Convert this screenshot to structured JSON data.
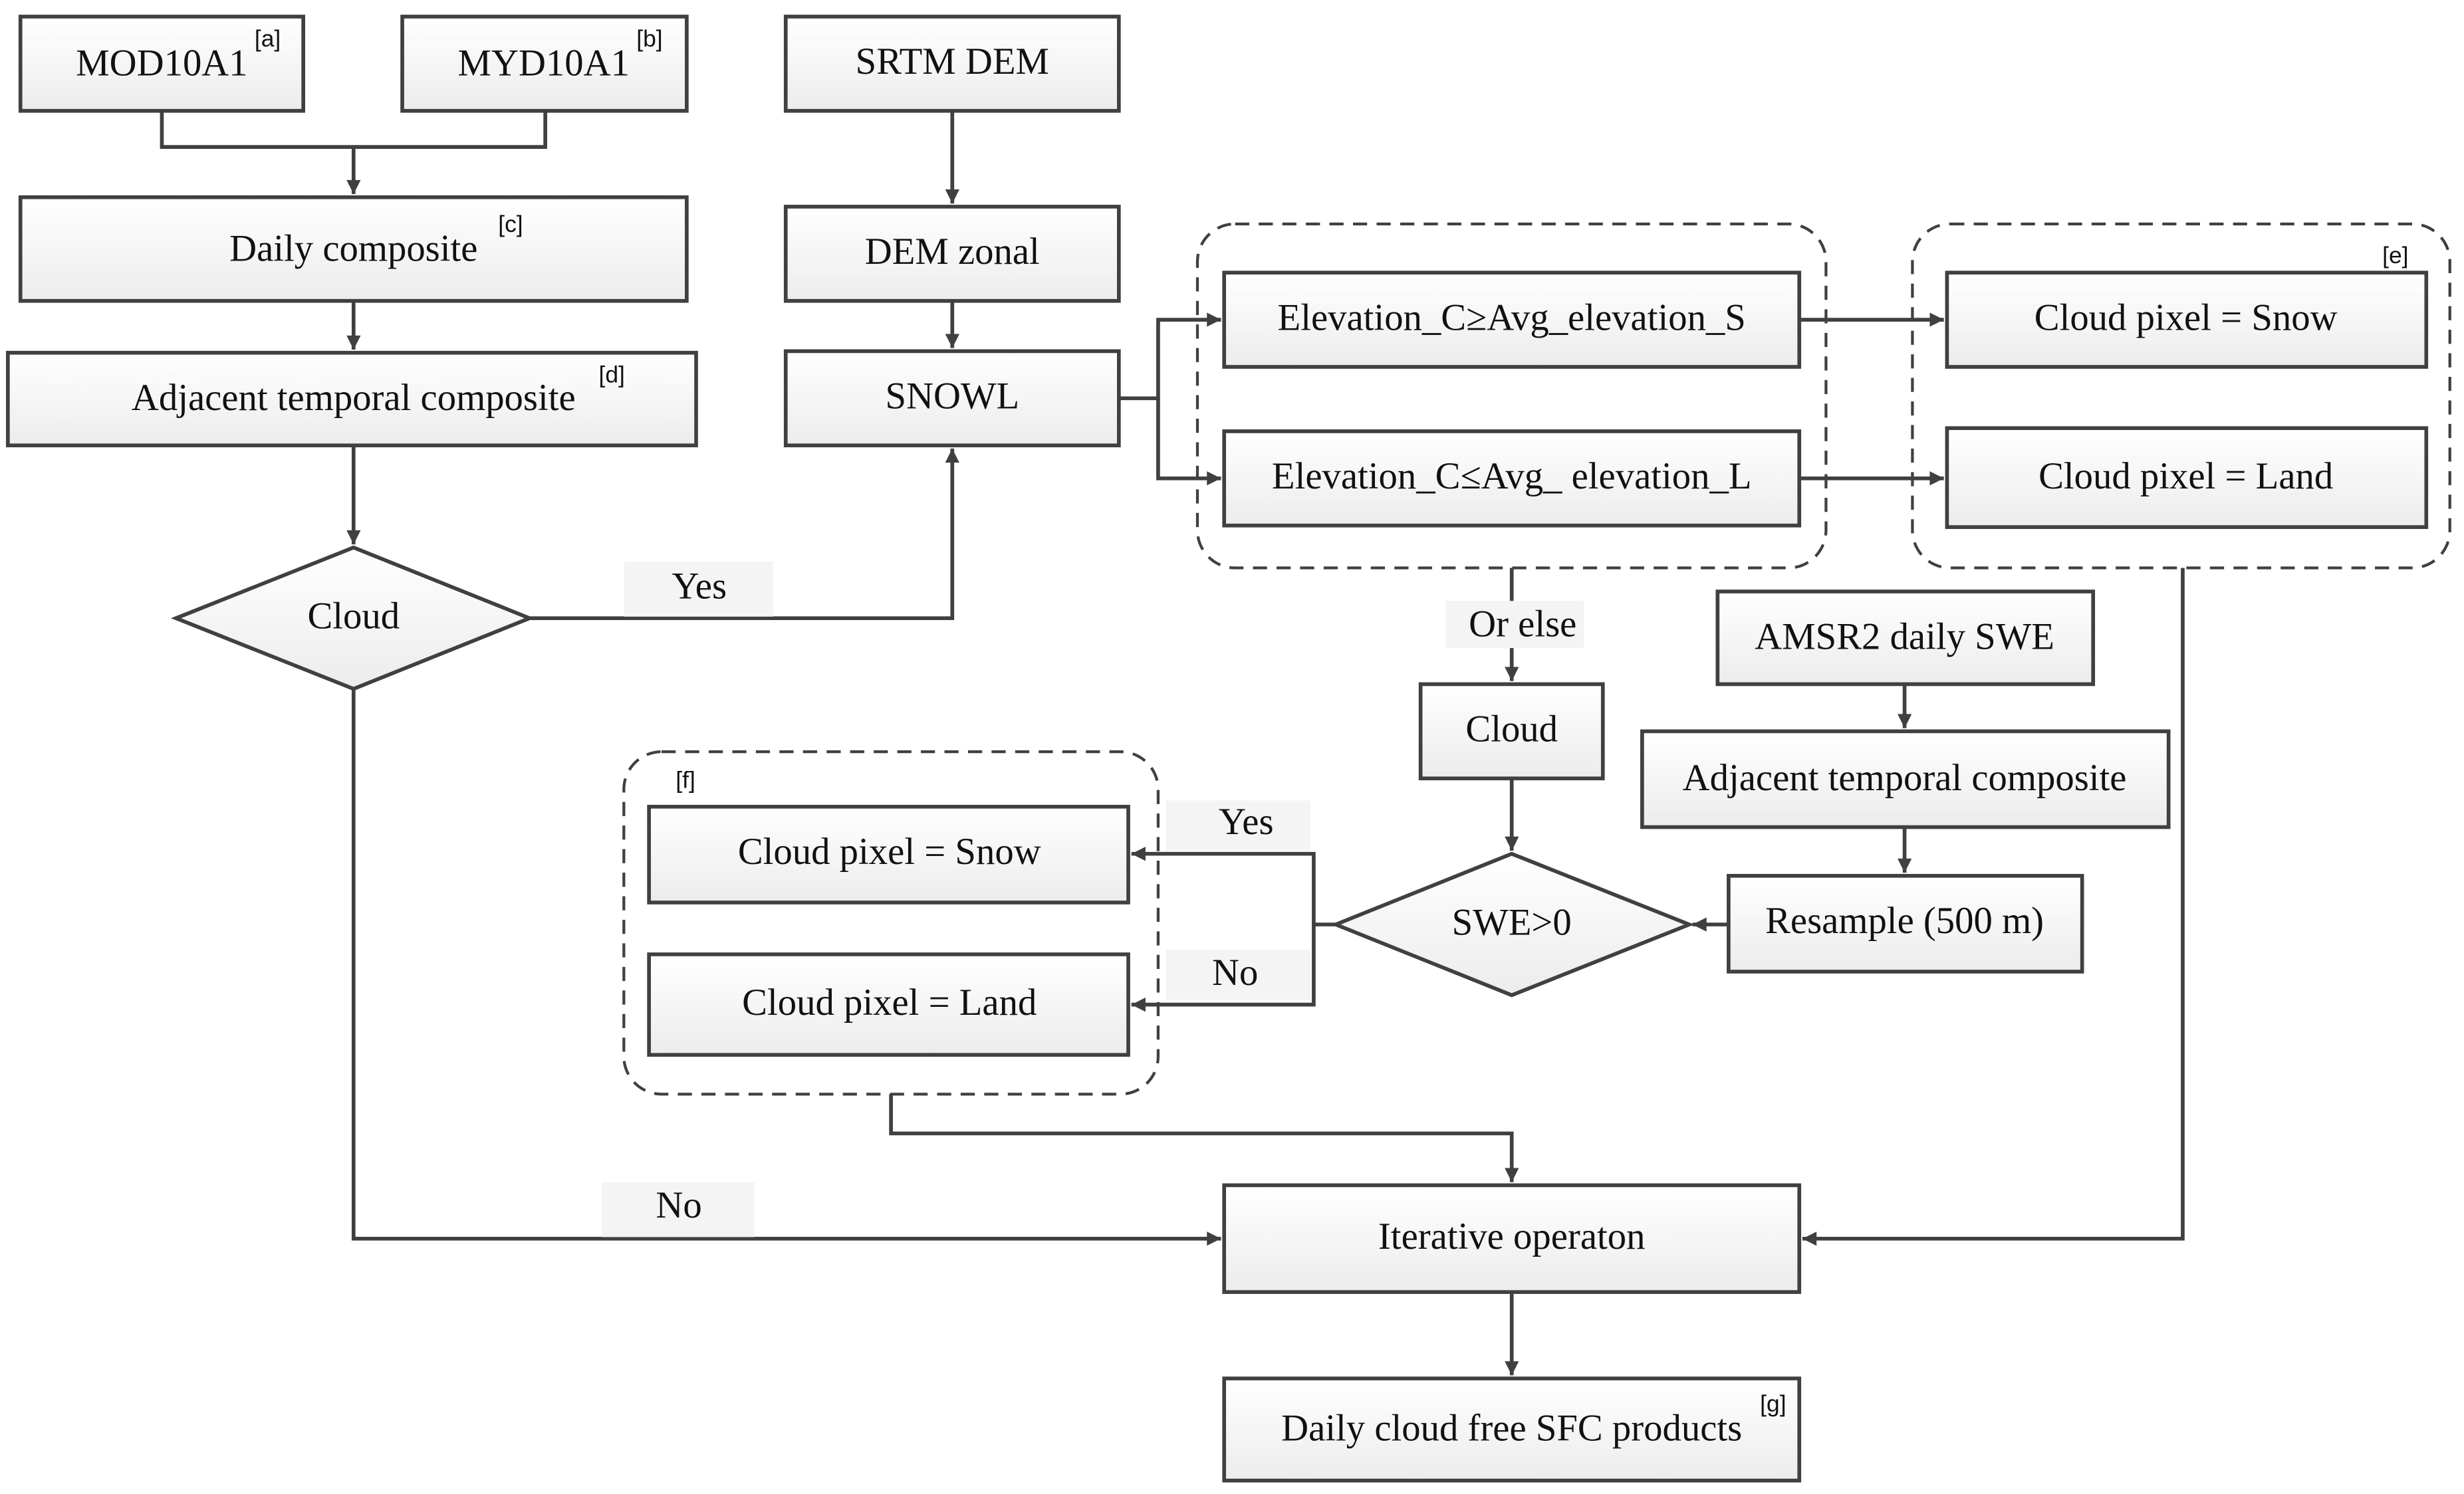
{
  "nodes": {
    "mod": {
      "text": "MOD10A1",
      "ref": "[a]"
    },
    "myd": {
      "text": "MYD10A1",
      "ref": "[b]"
    },
    "srtm": {
      "text": "SRTM DEM"
    },
    "daily": {
      "text": "Daily composite",
      "ref": "[c]"
    },
    "adj1": {
      "text": "Adjacent temporal composite",
      "ref": "[d]"
    },
    "demzonal": {
      "text": "DEM zonal"
    },
    "snowl": {
      "text": "SNOWL"
    },
    "cloud1": {
      "text": "Cloud"
    },
    "elevS": {
      "text": "Elevation_C≥Avg_elevation_S"
    },
    "elevL": {
      "text": "Elevation_C≤Avg_ elevation_L"
    },
    "group_e": {
      "ref": "[e]"
    },
    "snowE": {
      "text": "Cloud pixel = Snow"
    },
    "landE": {
      "text": "Cloud pixel = Land"
    },
    "amsr": {
      "text": "AMSR2 daily SWE"
    },
    "adj2": {
      "text": "Adjacent temporal composite"
    },
    "resample": {
      "text": "Resample (500 m)"
    },
    "cloud2": {
      "text": "Cloud"
    },
    "swe": {
      "text": "SWE>0"
    },
    "group_f": {
      "ref": "[f]"
    },
    "snowF": {
      "text": "Cloud pixel = Snow"
    },
    "landF": {
      "text": "Cloud pixel = Land"
    },
    "iter": {
      "text": "Iterative operaton"
    },
    "final": {
      "text": "Daily cloud free SFC products",
      "ref": "[g]"
    }
  },
  "edge_labels": {
    "yes1": "Yes",
    "orelse": "Or else",
    "yes2": "Yes",
    "no2": "No",
    "no1": "No"
  },
  "colors": {
    "stroke": "#404040",
    "box_fill_top": "#ffffff",
    "box_fill_bottom": "#ececec"
  }
}
